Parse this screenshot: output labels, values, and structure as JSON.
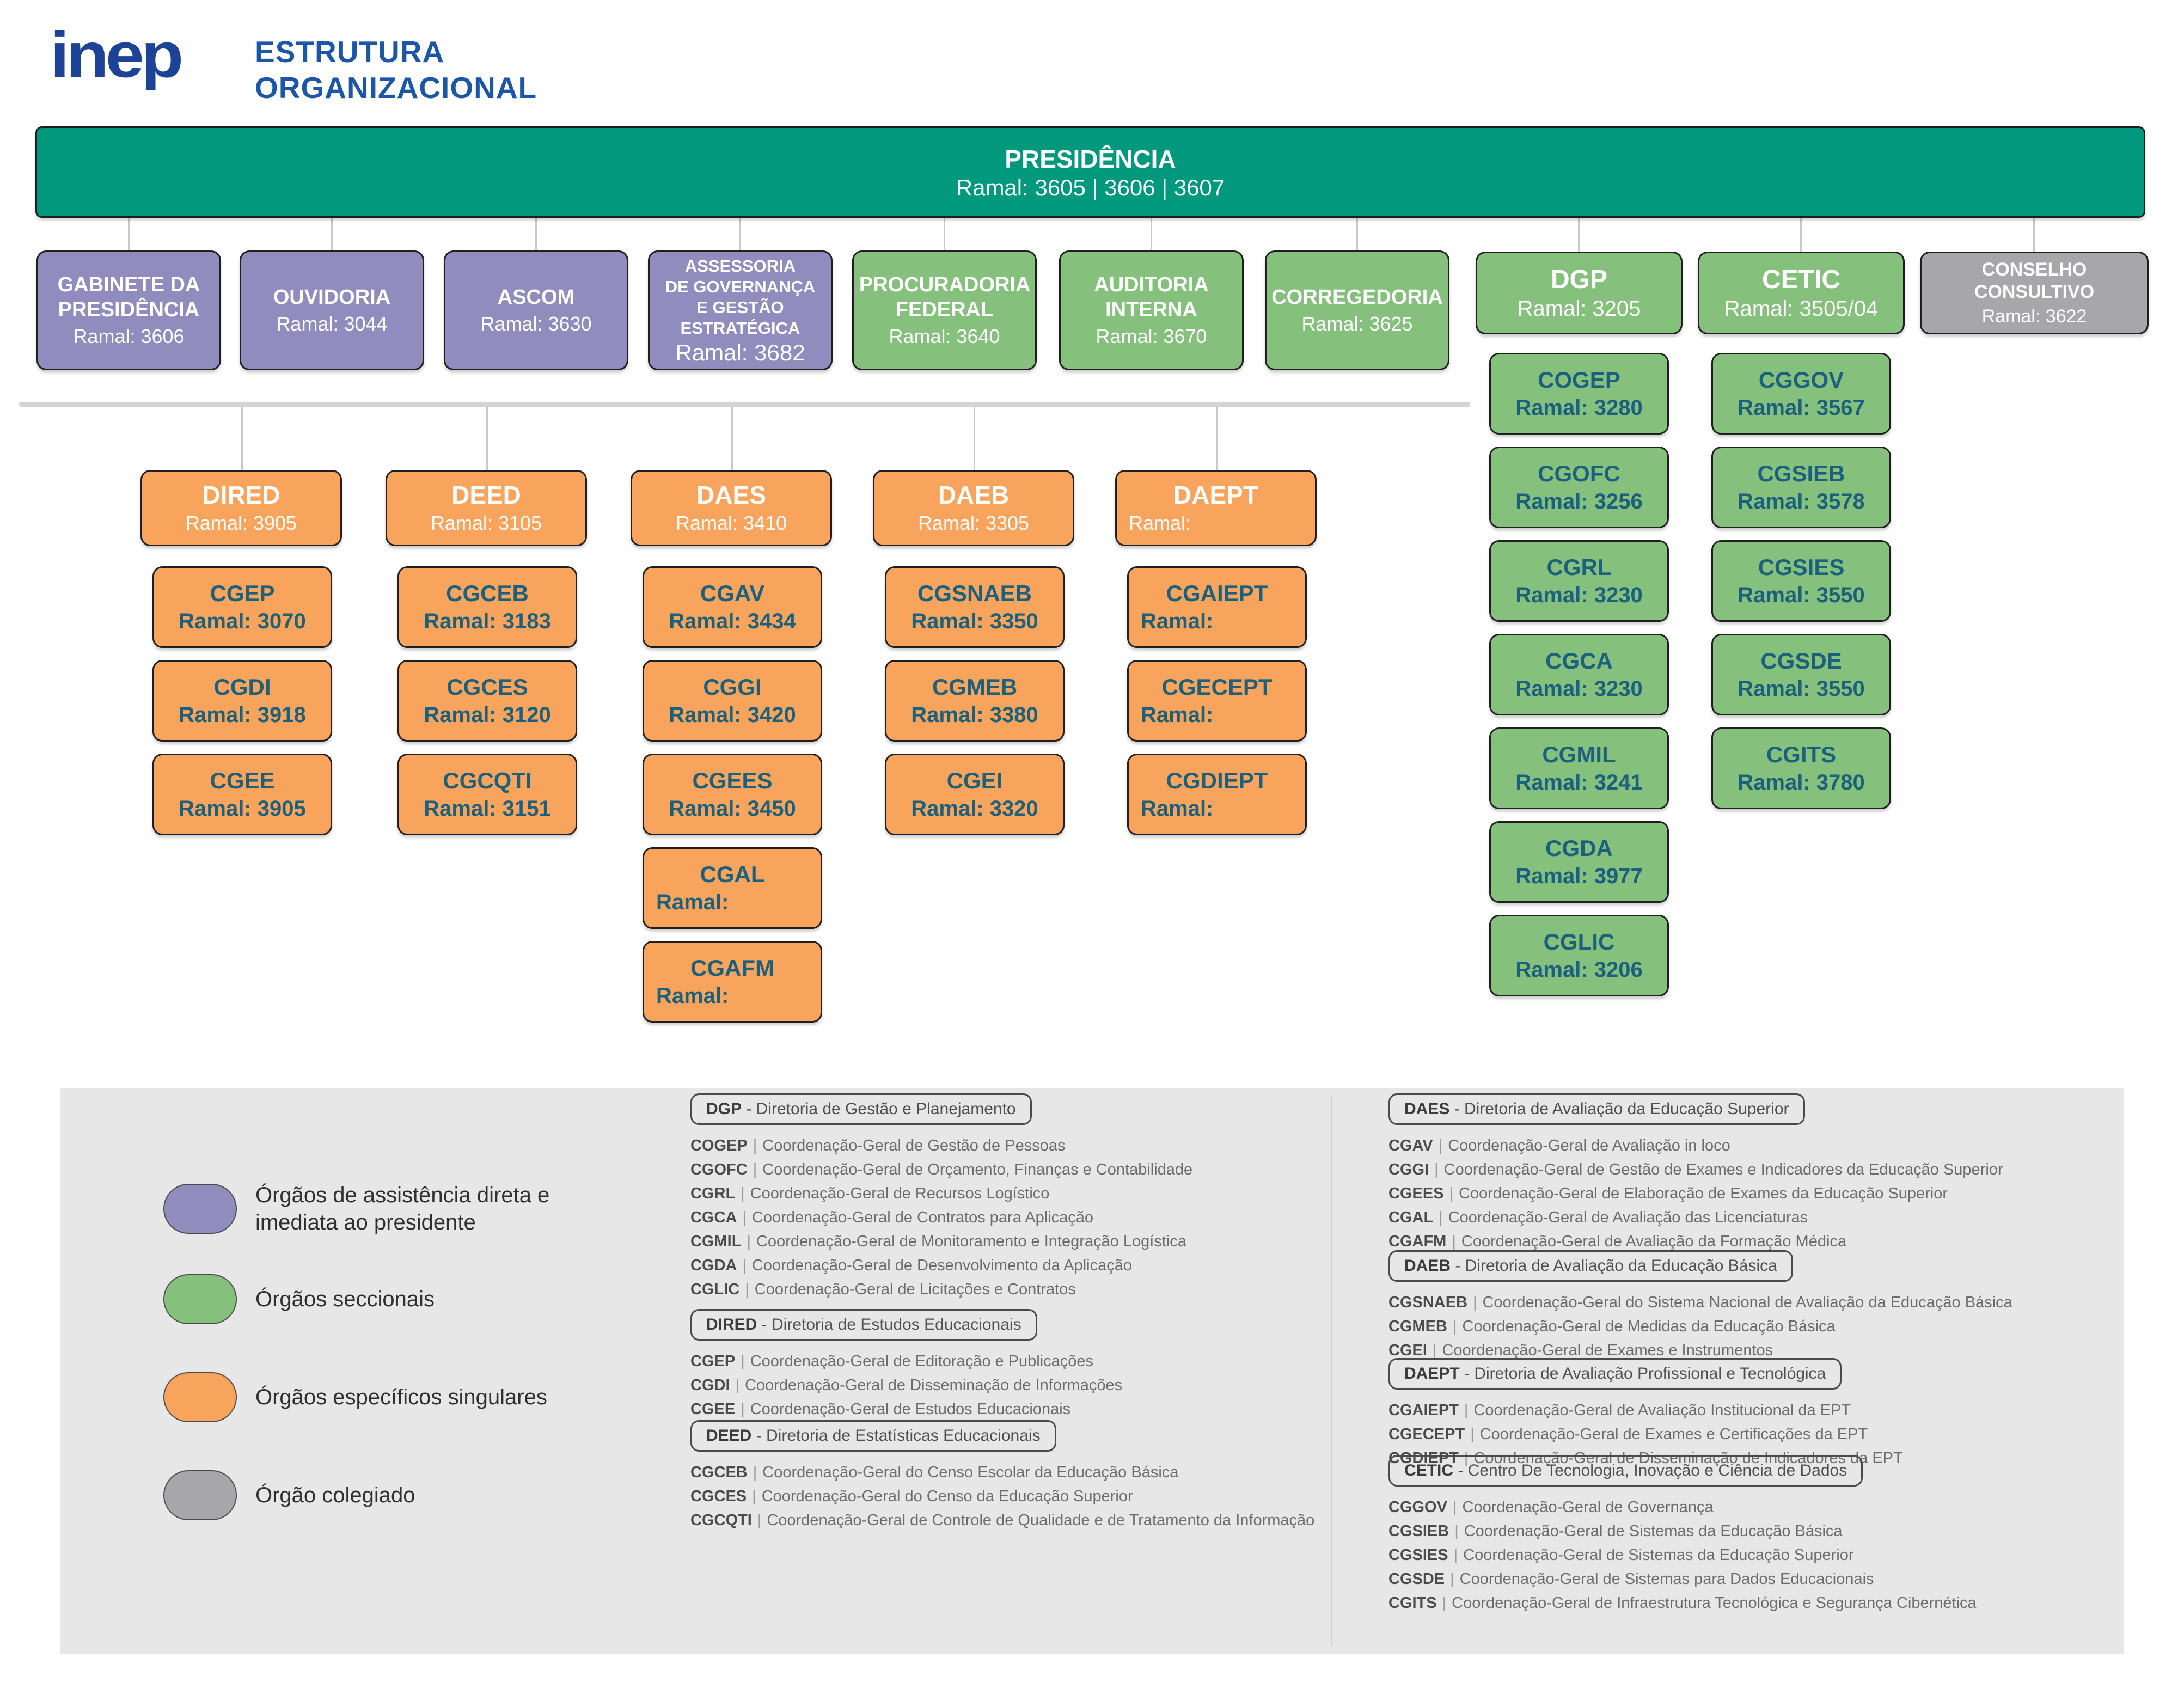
{
  "header": {
    "logo": "inep",
    "title1": "ESTRUTURA",
    "title2": "ORGANIZACIONAL"
  },
  "colors": {
    "teal": "#00997D",
    "purple": "#908DBE",
    "green": "#85C17D",
    "orange": "#F8A45C",
    "gray": "#A7A7AA",
    "box_text": "#1B607C",
    "title_blue": "#1C56A6",
    "logo_navy": "#1D4396"
  },
  "presidencia": {
    "name": "PRESIDÊNCIA",
    "ramal": "Ramal: 3605 | 3606 | 3607"
  },
  "second_row": [
    {
      "name": "GABINETE DA PRESIDÊNCIA",
      "ramal": "Ramal: 3606"
    },
    {
      "name": "OUVIDORIA",
      "ramal": "Ramal: 3044"
    },
    {
      "name": "ASCOM",
      "ramal": "Ramal: 3630"
    },
    {
      "name": "ASSESSORIA\nDE GOVERNANÇA\nE GESTÃO ESTRATÉGICA",
      "ramal": "Ramal: 3682"
    },
    {
      "name": "PROCURADORIA FEDERAL",
      "ramal": "Ramal: 3640"
    },
    {
      "name": "AUDITORIA INTERNA",
      "ramal": "Ramal: 3670"
    },
    {
      "name": "CORREGEDORIA",
      "ramal": "Ramal: 3625"
    },
    {
      "name": "DGP",
      "ramal": "Ramal: 3205"
    },
    {
      "name": "CETIC",
      "ramal": "Ramal: 3505/04"
    },
    {
      "name": "CONSELHO\nCONSULTIVO",
      "ramal": "Ramal: 3622"
    }
  ],
  "dgp_children": [
    {
      "name": "COGEP",
      "ramal": "Ramal: 3280"
    },
    {
      "name": "CGOFC",
      "ramal": "Ramal: 3256"
    },
    {
      "name": "CGRL",
      "ramal": "Ramal: 3230"
    },
    {
      "name": "CGCA",
      "ramal": "Ramal: 3230"
    },
    {
      "name": "CGMIL",
      "ramal": "Ramal: 3241"
    },
    {
      "name": "CGDA",
      "ramal": "Ramal: 3977"
    },
    {
      "name": "CGLIC",
      "ramal": "Ramal: 3206"
    }
  ],
  "cetic_children": [
    {
      "name": "CGGOV",
      "ramal": "Ramal: 3567"
    },
    {
      "name": "CGSIEB",
      "ramal": "Ramal: 3578"
    },
    {
      "name": "CGSIES",
      "ramal": "Ramal: 3550"
    },
    {
      "name": "CGSDE",
      "ramal": "Ramal: 3550"
    },
    {
      "name": "CGITS",
      "ramal": "Ramal: 3780"
    }
  ],
  "diretorias": [
    {
      "name": "DIRED",
      "ramal": "Ramal: 3905",
      "children": [
        {
          "name": "CGEP",
          "ramal": "Ramal: 3070"
        },
        {
          "name": "CGDI",
          "ramal": "Ramal: 3918"
        },
        {
          "name": "CGEE",
          "ramal": "Ramal: 3905"
        }
      ]
    },
    {
      "name": "DEED",
      "ramal": "Ramal: 3105",
      "children": [
        {
          "name": "CGCEB",
          "ramal": "Ramal: 3183"
        },
        {
          "name": "CGCES",
          "ramal": "Ramal: 3120"
        },
        {
          "name": "CGCQTI",
          "ramal": "Ramal: 3151"
        }
      ]
    },
    {
      "name": "DAES",
      "ramal": "Ramal: 3410",
      "children": [
        {
          "name": "CGAV",
          "ramal": "Ramal: 3434"
        },
        {
          "name": "CGGI",
          "ramal": "Ramal: 3420"
        },
        {
          "name": "CGEES",
          "ramal": "Ramal: 3450"
        },
        {
          "name": "CGAL",
          "ramal": "Ramal:"
        },
        {
          "name": "CGAFM",
          "ramal": "Ramal:"
        }
      ]
    },
    {
      "name": "DAEB",
      "ramal": "Ramal: 3305",
      "children": [
        {
          "name": "CGSNAEB",
          "ramal": "Ramal: 3350"
        },
        {
          "name": "CGMEB",
          "ramal": "Ramal: 3380"
        },
        {
          "name": "CGEI",
          "ramal": "Ramal: 3320"
        }
      ]
    },
    {
      "name": "DAEPT",
      "ramal": "Ramal:",
      "children": [
        {
          "name": "CGAIEPT",
          "ramal": "Ramal:"
        },
        {
          "name": "CGECEPT",
          "ramal": "Ramal:"
        },
        {
          "name": "CGDIEPT",
          "ramal": "Ramal:"
        }
      ]
    }
  ],
  "legend": {
    "sep": "|",
    "categories": [
      {
        "color": "#908DBE",
        "label": "Órgãos de assistência direta e imediata ao presidente"
      },
      {
        "color": "#85C17D",
        "label": "Órgãos seccionais"
      },
      {
        "color": "#F8A45C",
        "label": "Órgãos específicos singulares"
      },
      {
        "color": "#A7A7AA",
        "label": "Órgão colegiado"
      }
    ],
    "sections": [
      {
        "abbr": "DGP",
        "rest": " - Diretoria de Gestão e Planejamento",
        "items": [
          {
            "abbr": "COGEP",
            "desc": "Coordenação-Geral de Gestão de Pessoas"
          },
          {
            "abbr": "CGOFC",
            "desc": "Coordenação-Geral de Orçamento, Finanças e Contabilidade"
          },
          {
            "abbr": "CGRL",
            "desc": "Coordenação-Geral de Recursos Logístico"
          },
          {
            "abbr": "CGCA",
            "desc": "Coordenação-Geral de Contratos para Aplicação"
          },
          {
            "abbr": "CGMIL",
            "desc": "Coordenação-Geral de Monitoramento e Integração Logística"
          },
          {
            "abbr": "CGDA",
            "desc": "Coordenação-Geral de Desenvolvimento da Aplicação"
          },
          {
            "abbr": "CGLIC",
            "desc": "Coordenação-Geral de Licitações e Contratos"
          }
        ]
      },
      {
        "abbr": "DIRED",
        "rest": " - Diretoria de Estudos Educacionais",
        "items": [
          {
            "abbr": "CGEP",
            "desc": "Coordenação-Geral de Editoração e Publicações"
          },
          {
            "abbr": "CGDI",
            "desc": "Coordenação-Geral de Disseminação de Informações"
          },
          {
            "abbr": "CGEE",
            "desc": "Coordenação-Geral de Estudos Educacionais"
          }
        ]
      },
      {
        "abbr": "DEED",
        "rest": " - Diretoria de Estatísticas Educacionais",
        "items": [
          {
            "abbr": "CGCEB",
            "desc": "Coordenação-Geral do Censo Escolar da Educação Básica"
          },
          {
            "abbr": "CGCES",
            "desc": "Coordenação-Geral do Censo da Educação Superior"
          },
          {
            "abbr": "CGCQTI",
            "desc": "Coordenação-Geral de Controle de Qualidade e de Tratamento da Informação"
          }
        ]
      },
      {
        "abbr": "DAES",
        "rest": " - Diretoria de Avaliação da Educação Superior",
        "items": [
          {
            "abbr": "CGAV",
            "desc": "Coordenação-Geral de Avaliação in loco"
          },
          {
            "abbr": "CGGI",
            "desc": "Coordenação-Geral de Gestão de Exames e Indicadores da Educação Superior"
          },
          {
            "abbr": "CGEES",
            "desc": "Coordenação-Geral de Elaboração de Exames da Educação Superior"
          },
          {
            "abbr": "CGAL",
            "desc": "Coordenação-Geral de Avaliação das Licenciaturas"
          },
          {
            "abbr": "CGAFM",
            "desc": "Coordenação-Geral de Avaliação da Formação Médica"
          }
        ]
      },
      {
        "abbr": "DAEB",
        "rest": " - Diretoria de Avaliação da Educação Básica",
        "items": [
          {
            "abbr": "CGSNAEB",
            "desc": "Coordenação-Geral do Sistema Nacional de Avaliação da Educação Básica"
          },
          {
            "abbr": "CGMEB",
            "desc": "Coordenação-Geral de Medidas da Educação Básica"
          },
          {
            "abbr": "CGEI",
            "desc": "Coordenação-Geral de Exames e Instrumentos"
          }
        ]
      },
      {
        "abbr": "DAEPT",
        "rest": " - Diretoria de Avaliação Profissional e Tecnológica",
        "items": [
          {
            "abbr": "CGAIEPT",
            "desc": "Coordenação-Geral de Avaliação Institucional da EPT"
          },
          {
            "abbr": "CGECEPT",
            "desc": "Coordenação-Geral de Exames e Certificações da EPT"
          },
          {
            "abbr": "CGDIEPT",
            "desc": "Coordenação-Geral de Disseminação de Indicadores da EPT"
          }
        ]
      },
      {
        "abbr": "CETIC",
        "rest": " - Centro De Tecnologia, Inovação e Ciência de Dados",
        "items": [
          {
            "abbr": "CGGOV",
            "desc": "Coordenação-Geral de Governança"
          },
          {
            "abbr": "CGSIEB",
            "desc": "Coordenação-Geral de Sistemas da Educação Básica"
          },
          {
            "abbr": "CGSIES",
            "desc": "Coordenação-Geral de Sistemas da Educação Superior"
          },
          {
            "abbr": "CGSDE",
            "desc": "Coordenação-Geral de Sistemas para Dados Educacionais"
          },
          {
            "abbr": "CGITS",
            "desc": "Coordenação-Geral de Infraestrutura Tecnológica e Segurança Cibernética"
          }
        ]
      }
    ]
  }
}
